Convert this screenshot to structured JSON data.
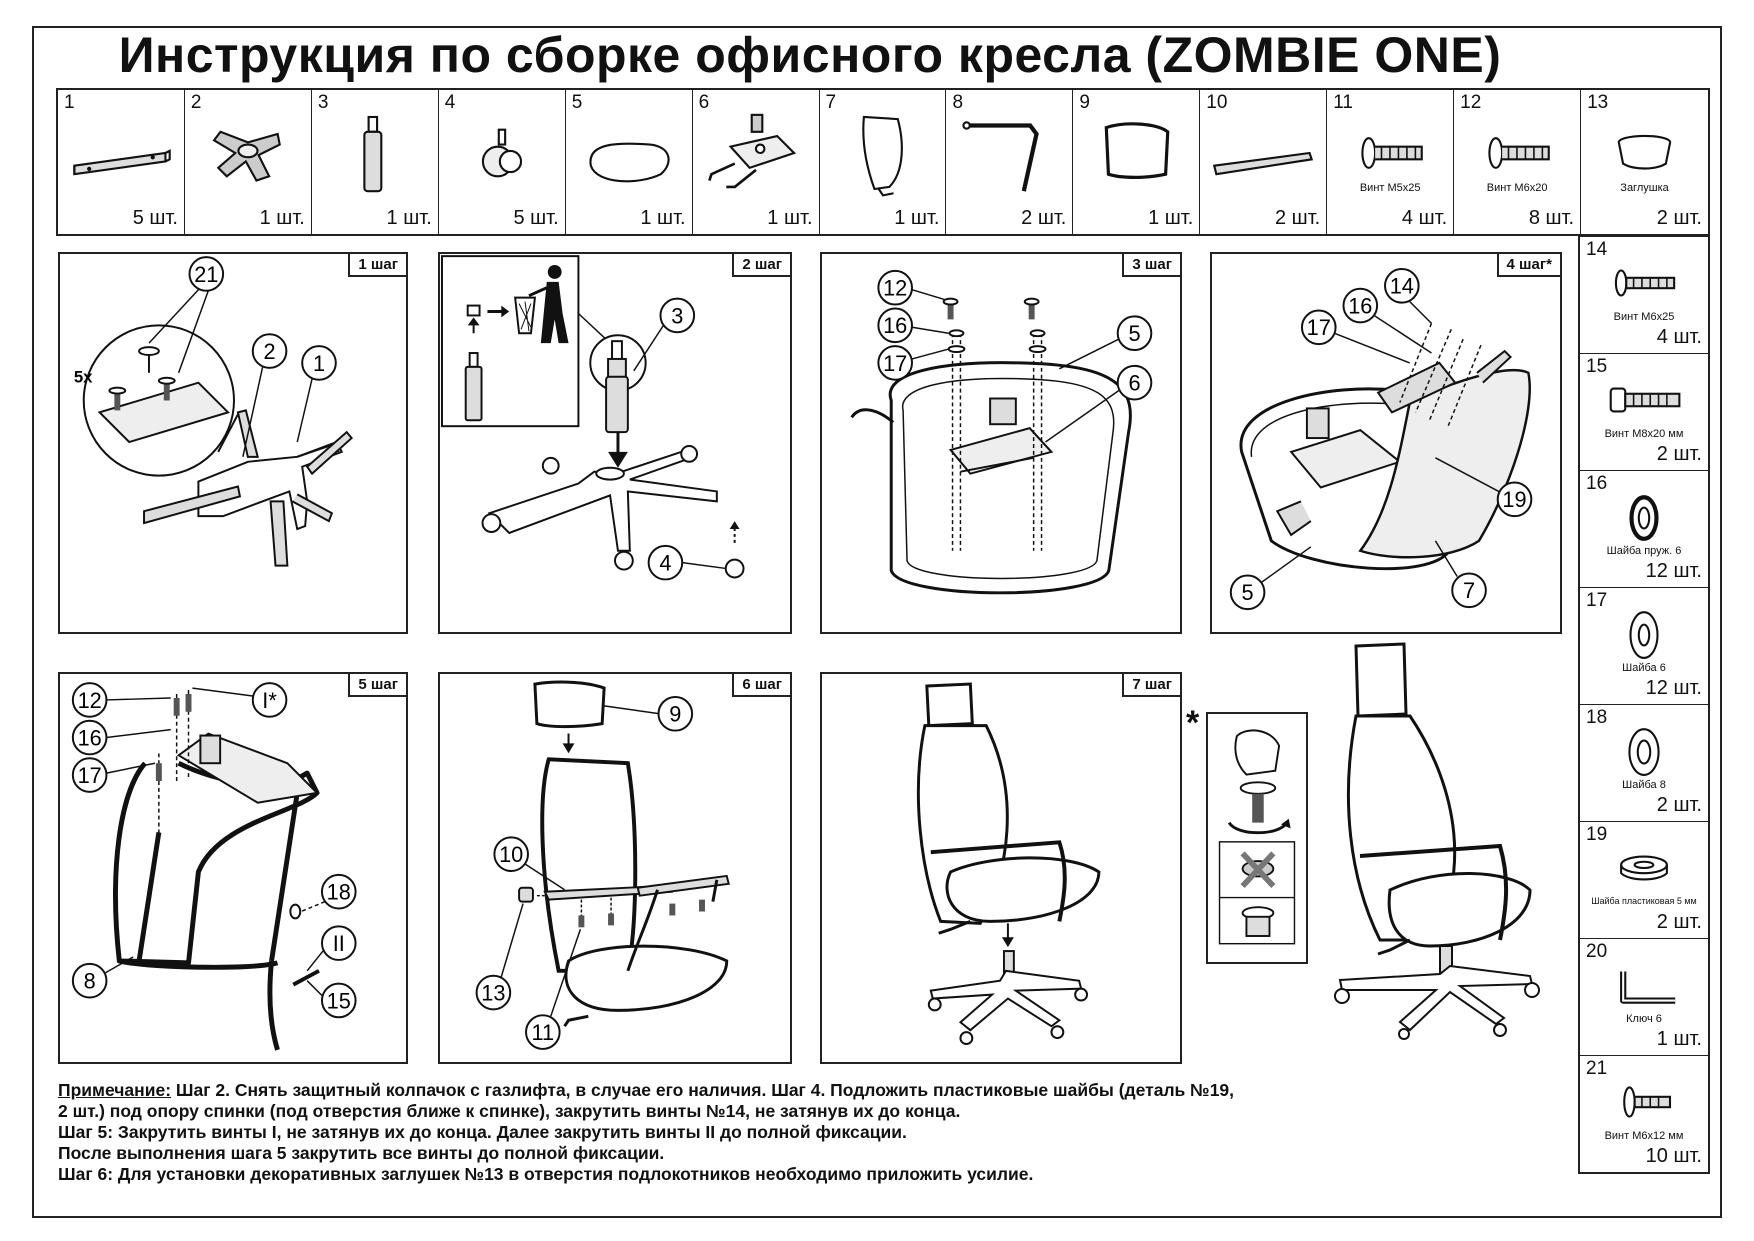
{
  "title": "Инструкция по сборке офисного кресла (ZOMBIE ONE)",
  "parts_top": [
    {
      "num": "1",
      "qty": "5 шт.",
      "name": "",
      "icon": "leg-bar-icon"
    },
    {
      "num": "2",
      "qty": "1 шт.",
      "name": "",
      "icon": "star-hub-icon"
    },
    {
      "num": "3",
      "qty": "1 шт.",
      "name": "",
      "icon": "gas-lift-icon"
    },
    {
      "num": "4",
      "qty": "5 шт.",
      "name": "",
      "icon": "caster-icon"
    },
    {
      "num": "5",
      "qty": "1 шт.",
      "name": "",
      "icon": "seat-icon"
    },
    {
      "num": "6",
      "qty": "1 шт.",
      "name": "",
      "icon": "mechanism-icon"
    },
    {
      "num": "7",
      "qty": "1 шт.",
      "name": "",
      "icon": "backrest-icon"
    },
    {
      "num": "8",
      "qty": "2 шт.",
      "name": "",
      "icon": "armrest-frame-icon"
    },
    {
      "num": "9",
      "qty": "1 шт.",
      "name": "",
      "icon": "headrest-icon"
    },
    {
      "num": "10",
      "qty": "2 шт.",
      "name": "",
      "icon": "armrest-pad-icon"
    },
    {
      "num": "11",
      "qty": "4 шт.",
      "name": "Винт М5х25",
      "icon": "screw-icon"
    },
    {
      "num": "12",
      "qty": "8 шт.",
      "name": "Винт М6х20",
      "icon": "screw-icon"
    },
    {
      "num": "13",
      "qty": "2 шт.",
      "name": "Заглушка",
      "icon": "cap-icon"
    }
  ],
  "parts_side": [
    {
      "num": "14",
      "qty": "4 шт.",
      "name": "Винт М6х25",
      "icon": "screw-icon"
    },
    {
      "num": "15",
      "qty": "2 шт.",
      "name": "Винт М8х20 мм",
      "icon": "hex-bolt-icon"
    },
    {
      "num": "16",
      "qty": "12 шт.",
      "name": "Шайба пруж. 6",
      "icon": "spring-washer-icon"
    },
    {
      "num": "17",
      "qty": "12 шт.",
      "name": "Шайба 6",
      "icon": "washer-icon"
    },
    {
      "num": "18",
      "qty": "2 шт.",
      "name": "Шайба 8",
      "icon": "washer-icon"
    },
    {
      "num": "19",
      "qty": "2 шт.",
      "name": "Шайба пластиковая 5 мм",
      "icon": "plastic-washer-icon"
    },
    {
      "num": "20",
      "qty": "1 шт.",
      "name": "Ключ 6",
      "icon": "hex-key-icon"
    },
    {
      "num": "21",
      "qty": "10 шт.",
      "name": "Винт М6х12 мм",
      "icon": "screw-icon"
    }
  ],
  "steps": {
    "s1": {
      "label": "1 шаг",
      "callouts": [
        "21",
        "2",
        "1"
      ],
      "mult": "5х"
    },
    "s2": {
      "label": "2 шаг",
      "callouts": [
        "3",
        "4"
      ]
    },
    "s3": {
      "label": "3 шаг",
      "callouts": [
        "12",
        "16",
        "17",
        "5",
        "6"
      ]
    },
    "s4": {
      "label": "4 шаг*",
      "callouts": [
        "14",
        "16",
        "17",
        "19",
        "5",
        "7"
      ]
    },
    "s5": {
      "label": "5 шаг",
      "callouts": [
        "12",
        "16",
        "17",
        "I*",
        "18",
        "II",
        "15",
        "8"
      ]
    },
    "s6": {
      "label": "6 шаг",
      "callouts": [
        "9",
        "10",
        "13",
        "11"
      ]
    },
    "s7": {
      "label": "7 шаг"
    },
    "asterisk": "*"
  },
  "note": {
    "label": "Примечание:",
    "line1": " Шаг 2. Снять защитный колпачок с газлифта, в случае его наличия. Шаг 4. Подложить пластиковые шайбы (деталь №19,",
    "line2": "2 шт.) под опору спинки (под отверстия ближе к спинке), закрутить винты №14, не затянув их до конца.",
    "line3": "Шаг 5: Закрутить винты I, не затянув их до конца. Далее закрутить винты II до полной фиксации.",
    "line4": "После выполнения шага 5 закрутить все винты до полной фиксации.",
    "line5": "Шаг 6: Для установки декоративных заглушек №13 в отверстия подлокотников необходимо приложить усилие."
  }
}
